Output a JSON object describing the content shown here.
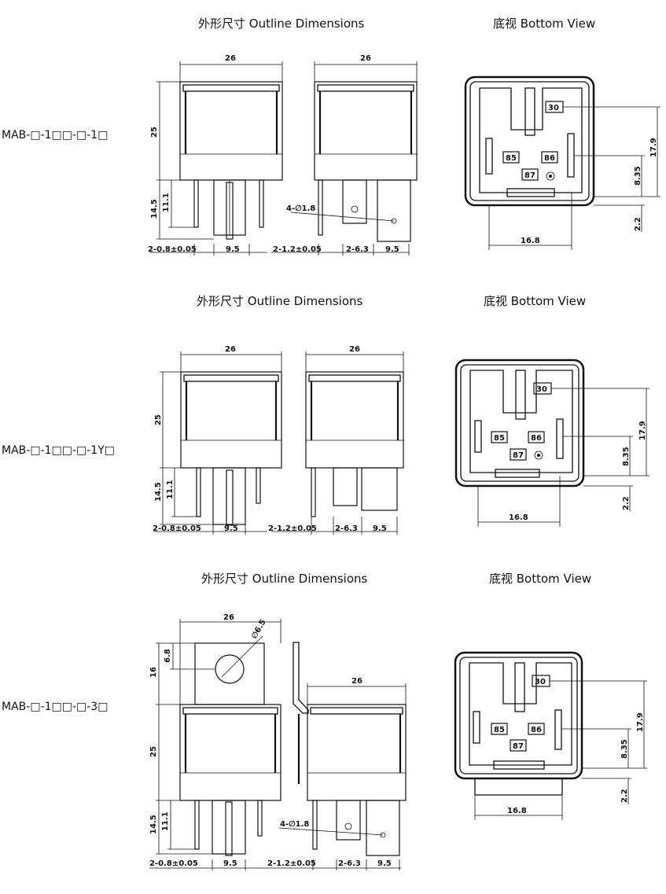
{
  "sections": [
    {
      "model": "MAB-□-1□□-□-1□",
      "outline_title": "外形尺寸 Outline Dimensions",
      "bottom_title": "底视 Bottom View",
      "dims": {
        "width_a": "26",
        "width_b": "26",
        "height": "25",
        "lead": "14.5",
        "lead_inner": "11.1",
        "pin_thin": "2-0.8±0.05",
        "pitch_a": "9.5",
        "pin_wide": "2-1.2±0.05",
        "tab": "2-6.3",
        "pitch_b": "9.5",
        "hole": "4-∅1.8",
        "bv_h": "17.9",
        "bv_mid": "8.35",
        "bv_w": "16.8",
        "bv_low": "2.2"
      },
      "terminals": [
        "30",
        "85",
        "86",
        "87"
      ]
    },
    {
      "model": "MAB-□-1□□-□-1Y□",
      "outline_title": "外形尺寸 Outline Dimensions",
      "bottom_title": "底视 Bottom View",
      "dims": {
        "width_a": "26",
        "width_b": "26",
        "height": "25",
        "lead": "14.5",
        "lead_inner": "11.1",
        "pin_thin": "2-0.8±0.05",
        "pitch_a": "9.5",
        "pin_wide": "2-1.2±0.05",
        "tab": "2-6.3",
        "pitch_b": "9.5",
        "bv_h": "17.9",
        "bv_mid": "8.35",
        "bv_w": "16.8",
        "bv_low": "2.2"
      },
      "terminals": [
        "30",
        "85",
        "86",
        "87"
      ]
    },
    {
      "model": "MAB-□-1□□-□-3□",
      "outline_title": "外形尺寸 Outline Dimensions",
      "bottom_title": "底视 Bottom View",
      "dims": {
        "width_a": "26",
        "width_b": "26",
        "height": "25",
        "lead": "14.5",
        "lead_inner": "11.1",
        "pin_thin": "2-0.8±0.05",
        "pitch_a": "9.5",
        "pin_wide": "2-1.2±0.05",
        "tab": "2-6.3",
        "pitch_b": "9.5",
        "hole": "4-∅1.8",
        "bracket_h": "16",
        "bracket_hole_h": "6.8",
        "bracket_hole": "∅6.5",
        "bv_h": "17.9",
        "bv_mid": "8.35",
        "bv_w": "16.8",
        "bv_low": "2.2"
      },
      "terminals": [
        "30",
        "85",
        "86",
        "87"
      ]
    }
  ]
}
